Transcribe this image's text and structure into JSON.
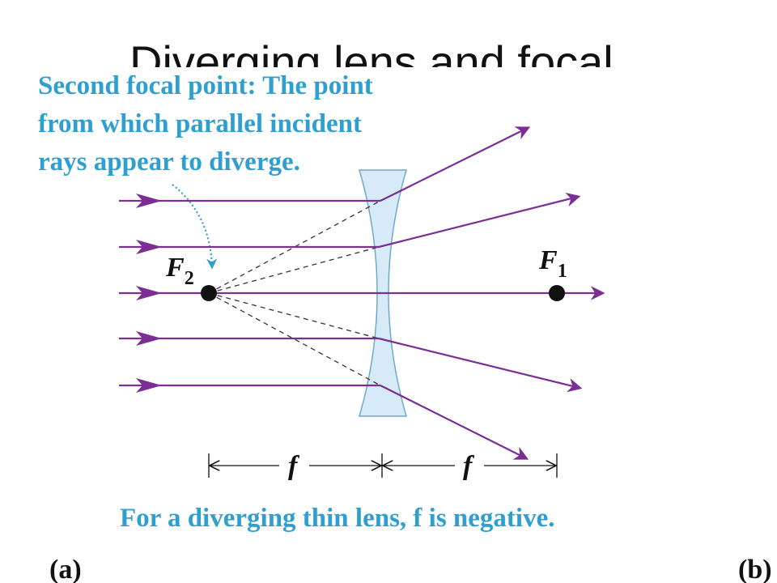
{
  "header": {
    "title_partial": "Diverging lens and focal"
  },
  "annotation": {
    "line1": "Second focal point: The point",
    "line2": "from which parallel incident",
    "line3": "rays appear to diverge."
  },
  "labels": {
    "f2_main": "F",
    "f2_sub": "2",
    "f1_main": "F",
    "f1_sub": "1",
    "f_left": "f",
    "f_right": "f"
  },
  "caption": {
    "text": "For a diverging thin lens, f is negative."
  },
  "panel_labels": {
    "a": "(a)",
    "b": "(b)"
  },
  "colors": {
    "ray": "#7b2e93",
    "annotation": "#2f9fd0",
    "lens_fill": "#d6ebf7",
    "lens_stroke": "#6fa9cf",
    "point": "#111111"
  }
}
